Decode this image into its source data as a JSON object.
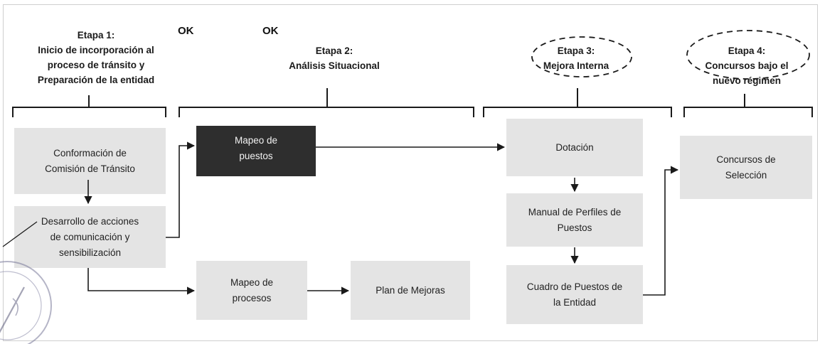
{
  "ok_labels": [
    "OK",
    "OK"
  ],
  "stages": [
    {
      "title_lines": [
        "Etapa 1:",
        "Inicio de incorporación al",
        "proceso de tránsito y",
        "Preparación de la entidad"
      ]
    },
    {
      "title_lines": [
        "Etapa 2:",
        "Análisis Situacional"
      ]
    },
    {
      "title_lines": [
        "Etapa 3:",
        "Mejora Interna"
      ]
    },
    {
      "title_lines": [
        "Etapa 4:",
        "Concursos bajo el",
        "nuevo régimen"
      ]
    }
  ],
  "boxes": {
    "conformacion": [
      "Conformación de",
      "Comisión de Tránsito"
    ],
    "desarrollo": [
      "Desarrollo de acciones",
      "de comunicación y",
      "sensibilización"
    ],
    "mapeo_puestos": [
      "Mapeo de",
      "puestos"
    ],
    "mapeo_procesos": [
      "Mapeo de",
      "procesos"
    ],
    "plan_mejoras": [
      "Plan de Mejoras"
    ],
    "dotacion": [
      "Dotación"
    ],
    "manual": [
      "Manual de Perfiles de",
      "Puestos"
    ],
    "cuadro": [
      "Cuadro de Puestos de",
      "la Entidad"
    ],
    "concursos": [
      "Concursos de",
      "Selección"
    ]
  },
  "colors": {
    "box_fill": "#e4e4e4",
    "highlight_fill": "#2e2e2e",
    "line": "#1a1a1a"
  }
}
